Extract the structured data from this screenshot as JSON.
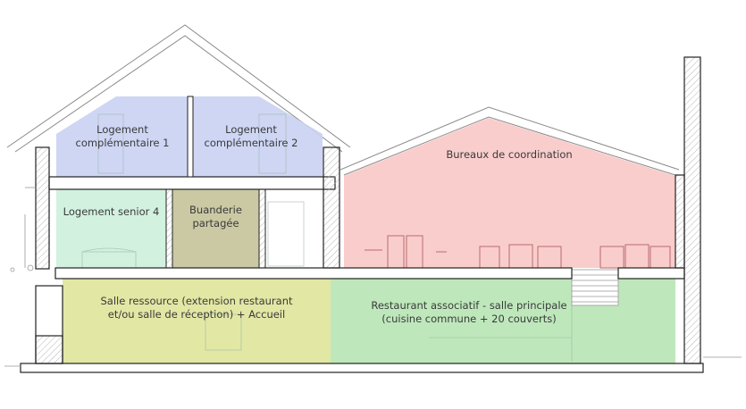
{
  "rooms": {
    "logement_comp_1": {
      "line1": "Logement",
      "line2": "complémentaire 1",
      "color": "#c9d2f3"
    },
    "logement_comp_2": {
      "line1": "Logement",
      "line2": "complémentaire 2",
      "color": "#c9d2f3"
    },
    "logement_senior_4": {
      "line1": "Logement senior 4",
      "color": "#cdf0dc"
    },
    "buanderie": {
      "line1": "Buanderie",
      "line2": "partagée",
      "color": "#c4c39a"
    },
    "bureaux": {
      "line1": "Bureaux de coordination",
      "color": "#f9c8c8"
    },
    "salle_ressource": {
      "line1": "Salle ressource (extension restaurant",
      "line2": "et/ou salle de réception) + Accueil",
      "color": "#dfe49a"
    },
    "restaurant": {
      "line1": "Restaurant associatif - salle principale",
      "line2": "(cuisine commune + 20 couverts)",
      "color": "#b7e5b4"
    }
  },
  "colors": {
    "wall": "#222222",
    "hatch": "#9a9a9a",
    "line": "#8a8a8a"
  }
}
